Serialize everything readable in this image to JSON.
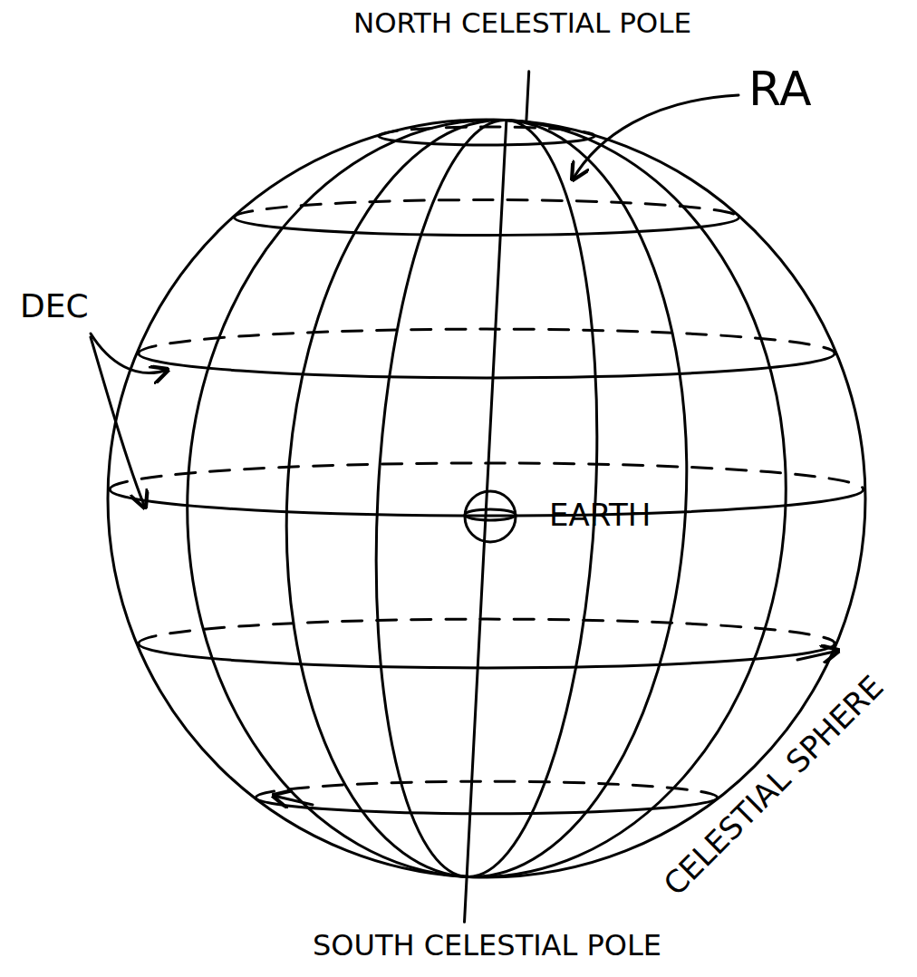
{
  "diagram": {
    "labels": [
      "NORTH CELESTIAL POLE",
      "RA",
      "DEC",
      "EARTH",
      "CELESTIAL SPHERE",
      "SOUTH CELESTIAL POLE"
    ]
  }
}
